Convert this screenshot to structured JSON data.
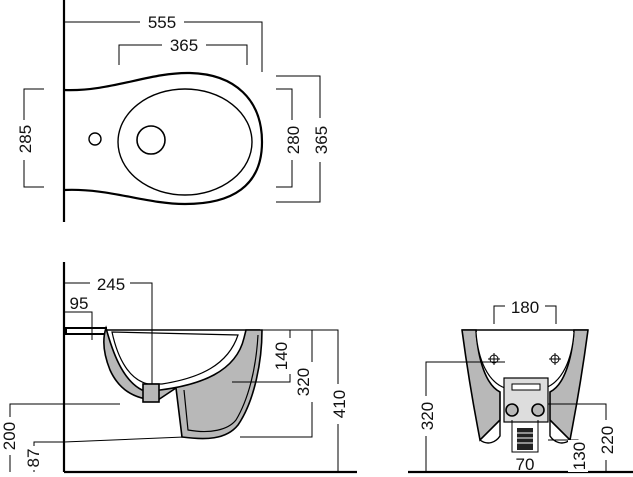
{
  "top_view": {
    "overall_length": "555",
    "bowl_length": "365",
    "overall_width": "285",
    "bowl_width": "280",
    "outer_width": "365"
  },
  "side_view": {
    "rim_from_wall": "245",
    "tap_hole_offset": "95",
    "drain_height": "200",
    "drain_bottom": "87",
    "bowl_depth": "140",
    "depth": "320",
    "total_height": "410"
  },
  "front_view": {
    "rim_width": "180",
    "inlet_height": "320",
    "drain_spacing": "70",
    "lower_height": "130",
    "upper_height": "220"
  }
}
